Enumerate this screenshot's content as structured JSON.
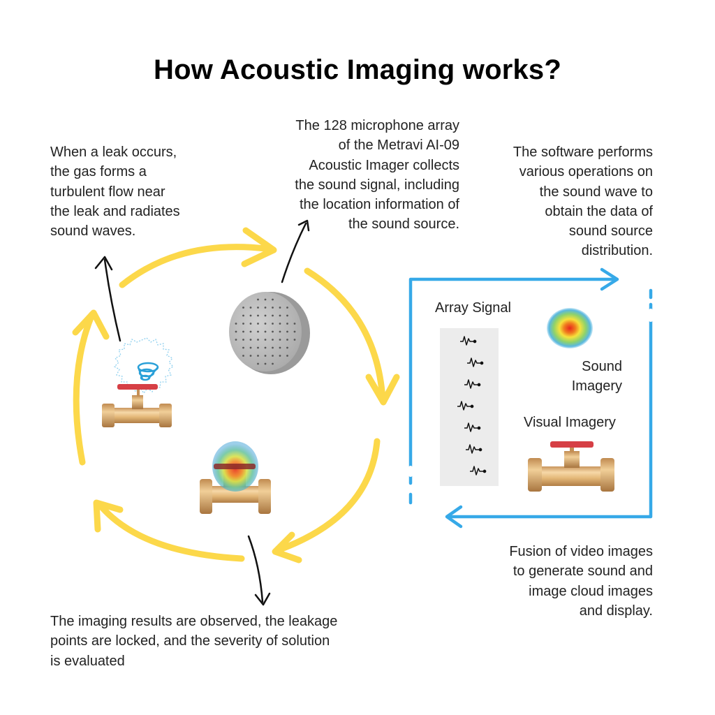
{
  "title": "How Acoustic Imaging works?",
  "steps": {
    "leak": [
      "When a leak occurs,",
      "the gas forms a",
      "turbulent flow near",
      "the leak and radiates",
      "sound waves."
    ],
    "array": [
      "The 128 microphone array",
      "of the Metravi AI-09",
      "Acoustic Imager collects",
      "the sound signal, including",
      "the location information of",
      "the sound source."
    ],
    "software": [
      "The software performs",
      "various operations on",
      "the sound wave to",
      "obtain the data of",
      "sound source",
      "distribution."
    ],
    "fusion": [
      "Fusion of video images",
      "to generate sound and",
      "image cloud images",
      "and display."
    ],
    "results": [
      "The imaging results are observed, the leakage",
      "points are locked, and the severity of solution",
      "is evaluated"
    ]
  },
  "panel": {
    "array_signal": "Array Signal",
    "sound_imagery": [
      "Sound",
      "Imagery"
    ],
    "visual_imagery": "Visual Imagery"
  },
  "colors": {
    "cycle_arrow": "#fcd84a",
    "panel_frame": "#36a9e8",
    "pipe": "#e0b77a",
    "valve_handle": "#d63f45",
    "microphone": "#b8b8b8"
  },
  "icons": [
    "microphone-array-icon",
    "leaking-pipe-icon",
    "heatmap-pipe-icon",
    "sound-imagery-icon",
    "visual-pipe-icon",
    "waveform-icon"
  ]
}
